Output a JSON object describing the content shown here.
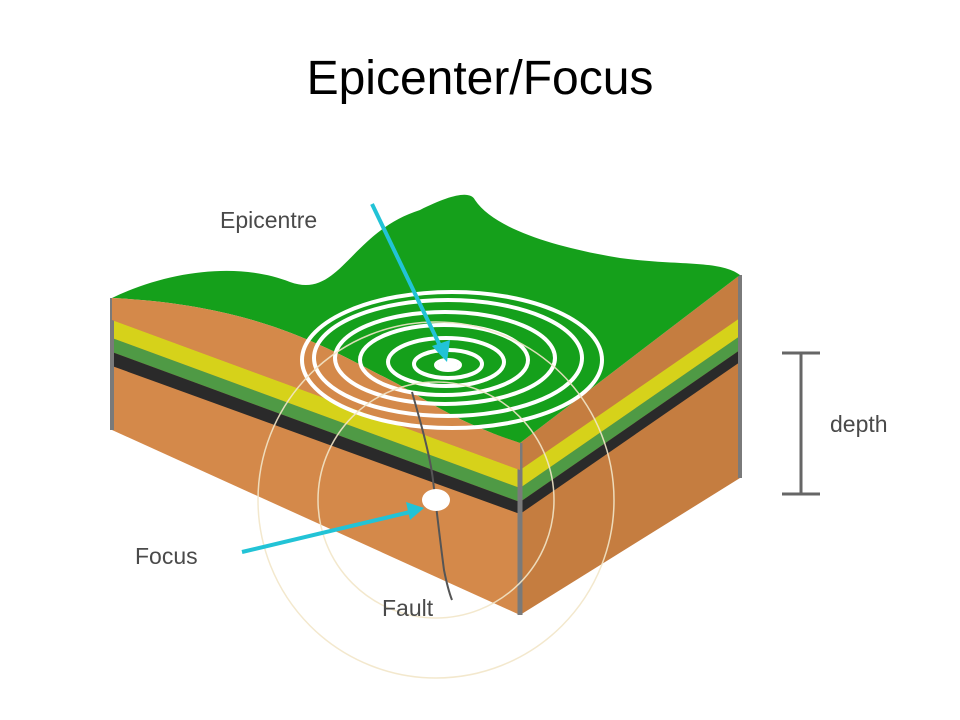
{
  "title": "Epicenter/Focus",
  "labels": {
    "epicentre": "Epicentre",
    "focus": "Focus",
    "fault": "Fault",
    "depth": "depth"
  },
  "colors": {
    "surface_green": "#15a01b",
    "soil_orange": "#d4894a",
    "soil_orange_dark": "#c57d40",
    "yellow_layer": "#d6d21a",
    "green_layer": "#4f9a45",
    "black_layer": "#2a2a2a",
    "pointer_cyan": "#22c3d6",
    "label_gray": "#4a4a4a",
    "depth_bar": "#666666"
  }
}
